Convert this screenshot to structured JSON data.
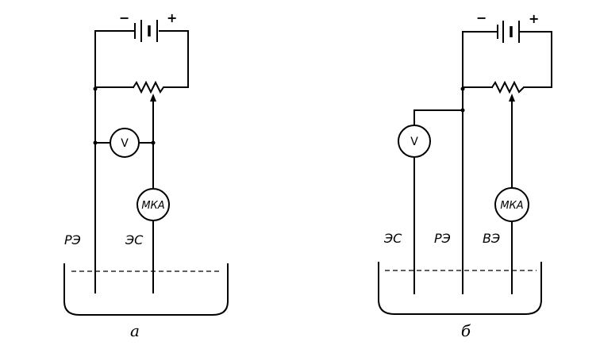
{
  "diagram_a": {
    "caption": "а",
    "battery": {
      "minus": "−",
      "plus": "+"
    },
    "voltmeter_label": "V",
    "microammeter_label": "МКА",
    "electrodes": [
      "РЭ",
      "ЭС"
    ]
  },
  "diagram_b": {
    "caption": "б",
    "battery": {
      "minus": "−",
      "plus": "+"
    },
    "voltmeter_label": "V",
    "microammeter_label": "МКА",
    "electrodes": [
      "ЭС",
      "РЭ",
      "ВЭ"
    ]
  }
}
